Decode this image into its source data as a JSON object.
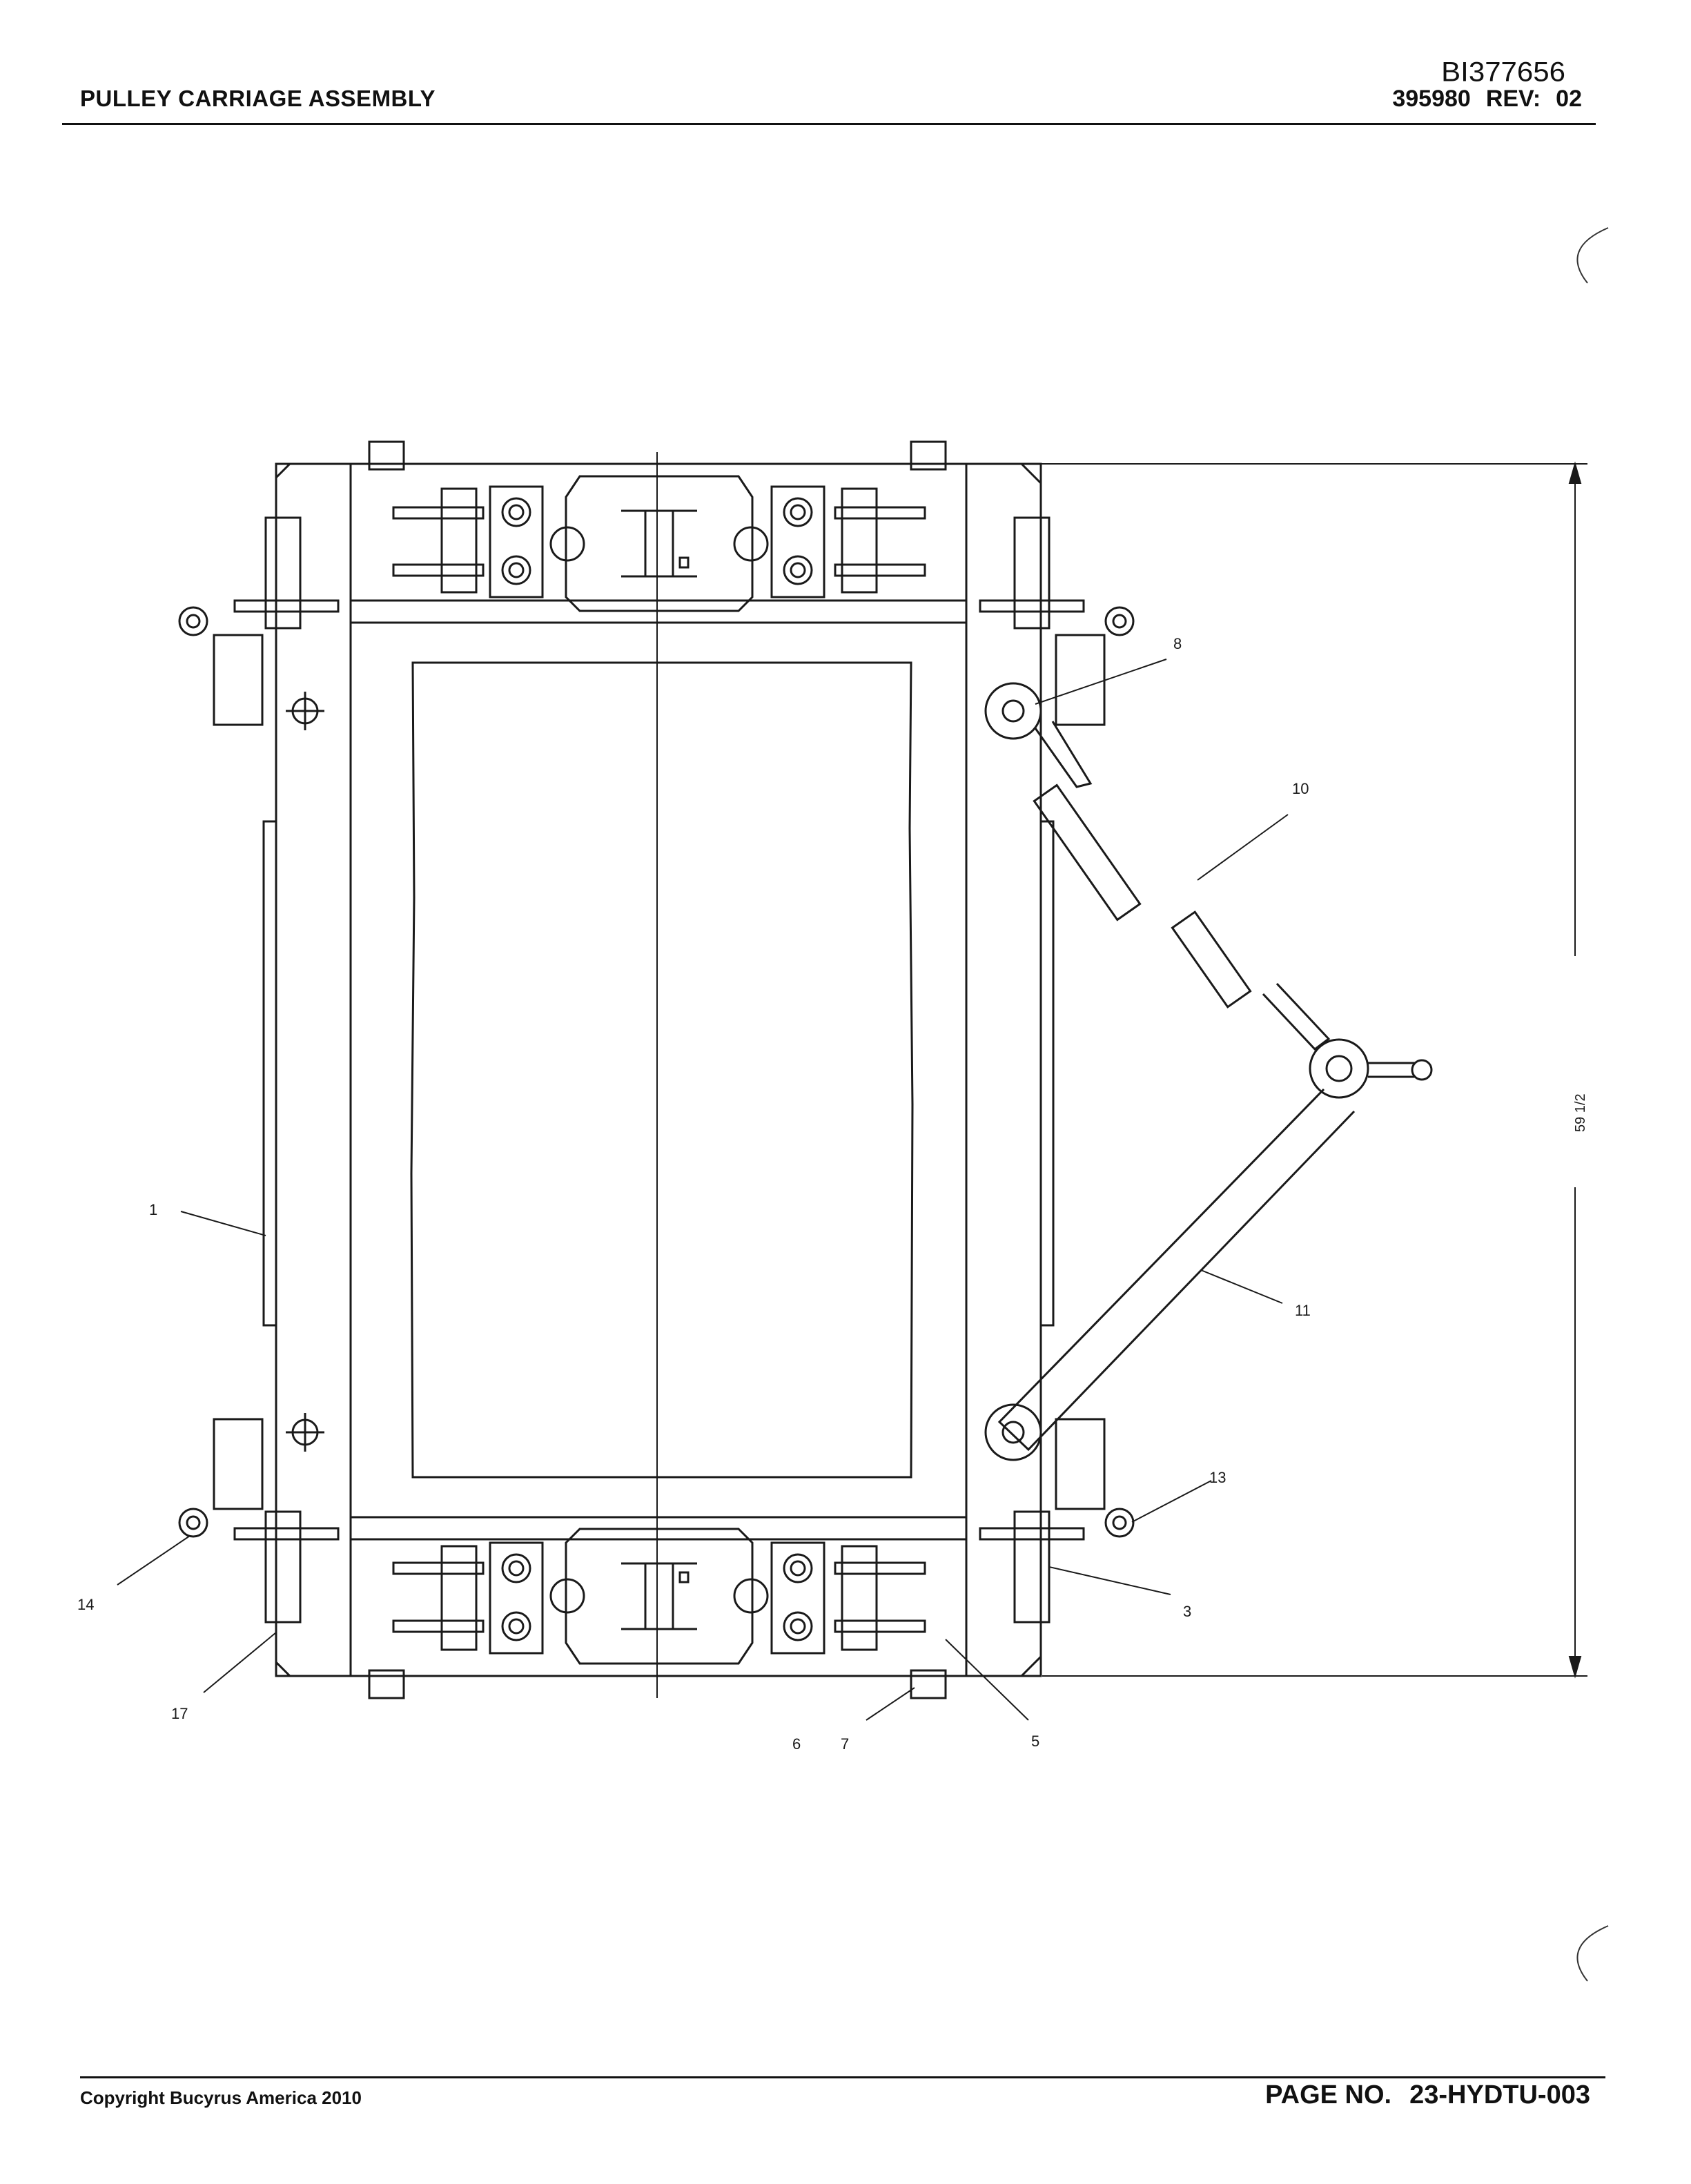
{
  "header": {
    "title": "PULLEY CARRIAGE ASSEMBLY",
    "doc_number": "BI377656",
    "part_number": "395980",
    "rev_label": "REV:",
    "rev_value": "02"
  },
  "drawing": {
    "callouts": [
      "1",
      "3",
      "5",
      "6",
      "7",
      "8",
      "10",
      "11",
      "13",
      "14",
      "17"
    ],
    "dimension": "59 1/2"
  },
  "footer": {
    "copyright": "Copyright Bucyrus America 2010",
    "page_label": "PAGE NO.",
    "page_value": "23-HYDTU-003"
  }
}
